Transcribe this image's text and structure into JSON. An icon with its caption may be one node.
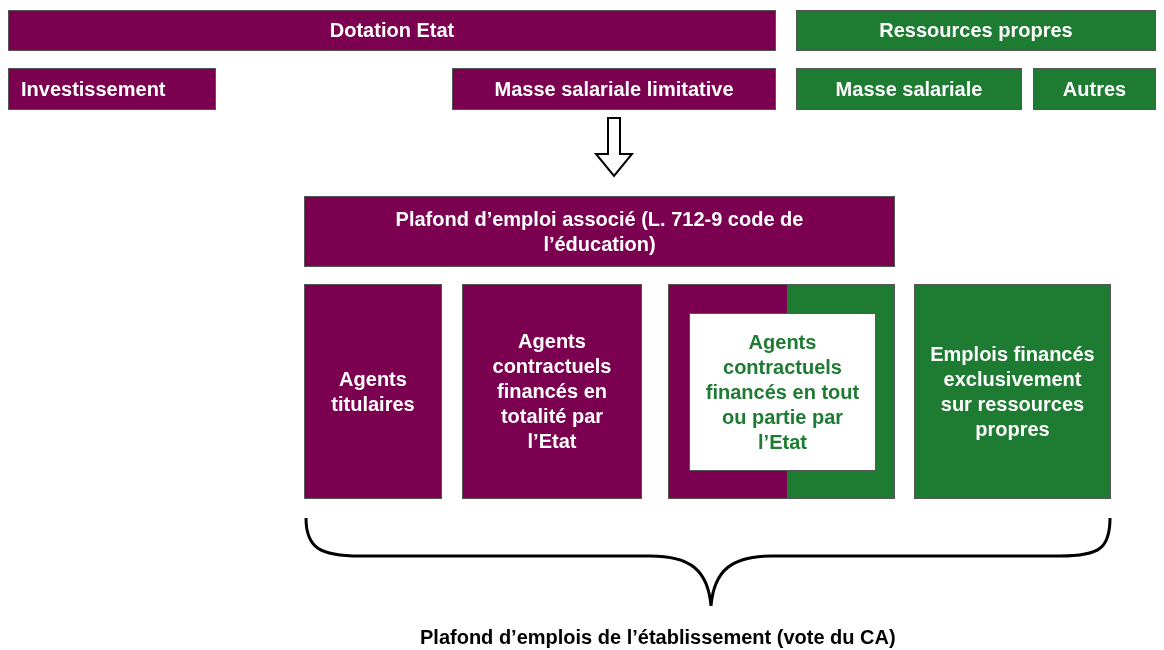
{
  "diagram": {
    "nodes": [
      {
        "text": [
          "Dotation Etat"
        ]
      },
      {
        "text": [
          "Ressources propres"
        ]
      },
      {
        "text": [
          "Investissement"
        ]
      },
      {
        "text": [
          "Masse salariale limitative"
        ]
      },
      {
        "text": [
          "Masse salariale"
        ]
      },
      {
        "text": [
          "Autres"
        ]
      },
      {
        "text": [
          "Plafond d’emploi associé (L. 712-9 code de l’éducation)"
        ]
      },
      {
        "text": [
          "Agents titulaires"
        ]
      },
      {
        "text": [
          "Agents contractuels financés en totalité par l’Etat"
        ]
      },
      {
        "text": [],
        "shape": "box"
      },
      {
        "text": [
          "Agents contractuels financés en tout ou partie par l’Etat"
        ],
        "in": 9
      },
      {
        "text": [
          "Emplois financés exclusivement sur ressources propres"
        ]
      }
    ],
    "edges": [
      {
        "from": 3,
        "to": 6,
        "arrow": "to"
      }
    ],
    "labels": [
      "Plafond d’emplois de l’établissement (vote du CA)"
    ]
  }
}
